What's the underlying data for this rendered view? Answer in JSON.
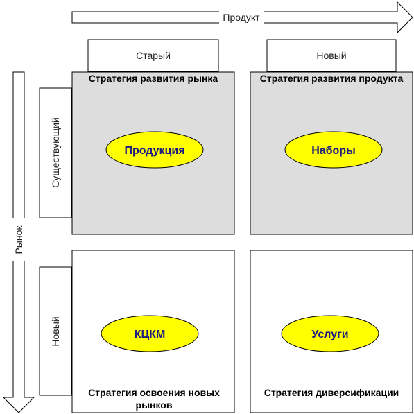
{
  "axes": {
    "product_label": "Продукт",
    "market_label": "Рынок"
  },
  "columns": {
    "old": "Старый",
    "new": "Новый"
  },
  "rows": {
    "existing": "Существующий",
    "new": "Новый"
  },
  "cells": {
    "top_left": {
      "title": "Стратегия развития рынка",
      "item": "Продукция"
    },
    "top_right": {
      "title": "Стратегия развития продукта",
      "item": "Наборы"
    },
    "bottom_left": {
      "title_line1": "Стратегия освоения новых",
      "title_line2": "рынков",
      "item": "КЦКМ"
    },
    "bottom_right": {
      "title": "Стратегия диверсификации",
      "item": "Услуги"
    }
  },
  "colors": {
    "highlight_fill": "#dddddd",
    "ellipse_fill": "#ffff00",
    "ellipse_text": "#1a1a80",
    "border": "#000000"
  }
}
